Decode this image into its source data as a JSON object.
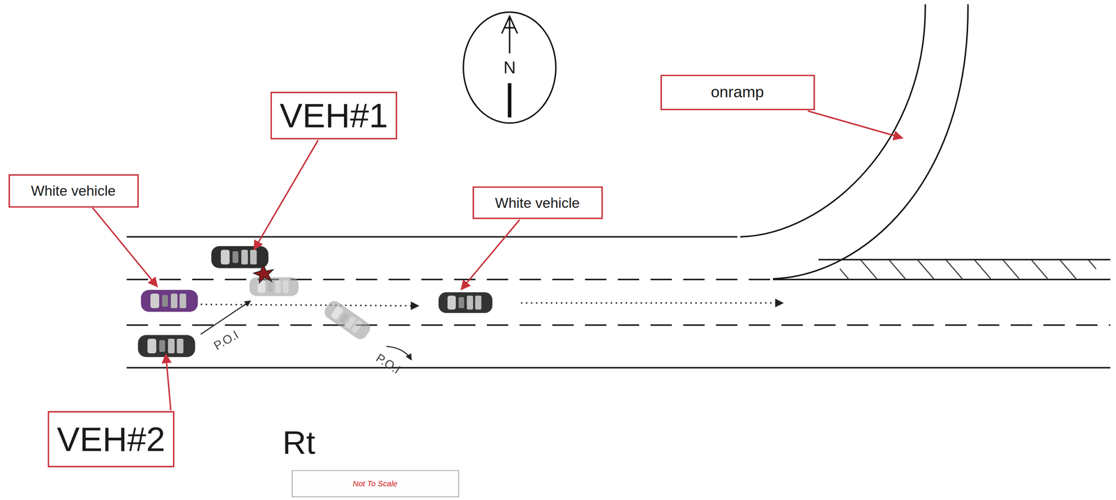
{
  "diagram": {
    "nodes": [
      {
        "text": [
          "N"
        ]
      },
      {
        "text": [
          "onramp"
        ]
      },
      {
        "text": [
          "VEH#1"
        ]
      },
      {
        "text": [
          "White vehicle"
        ]
      },
      {
        "text": [
          "White vehicle"
        ]
      },
      {
        "text": [
          "VEH#2"
        ]
      },
      {
        "text": [
          "Not To Scale"
        ]
      }
    ],
    "labels": [
      "Rt",
      "P.O.I",
      "P.O.I"
    ]
  }
}
